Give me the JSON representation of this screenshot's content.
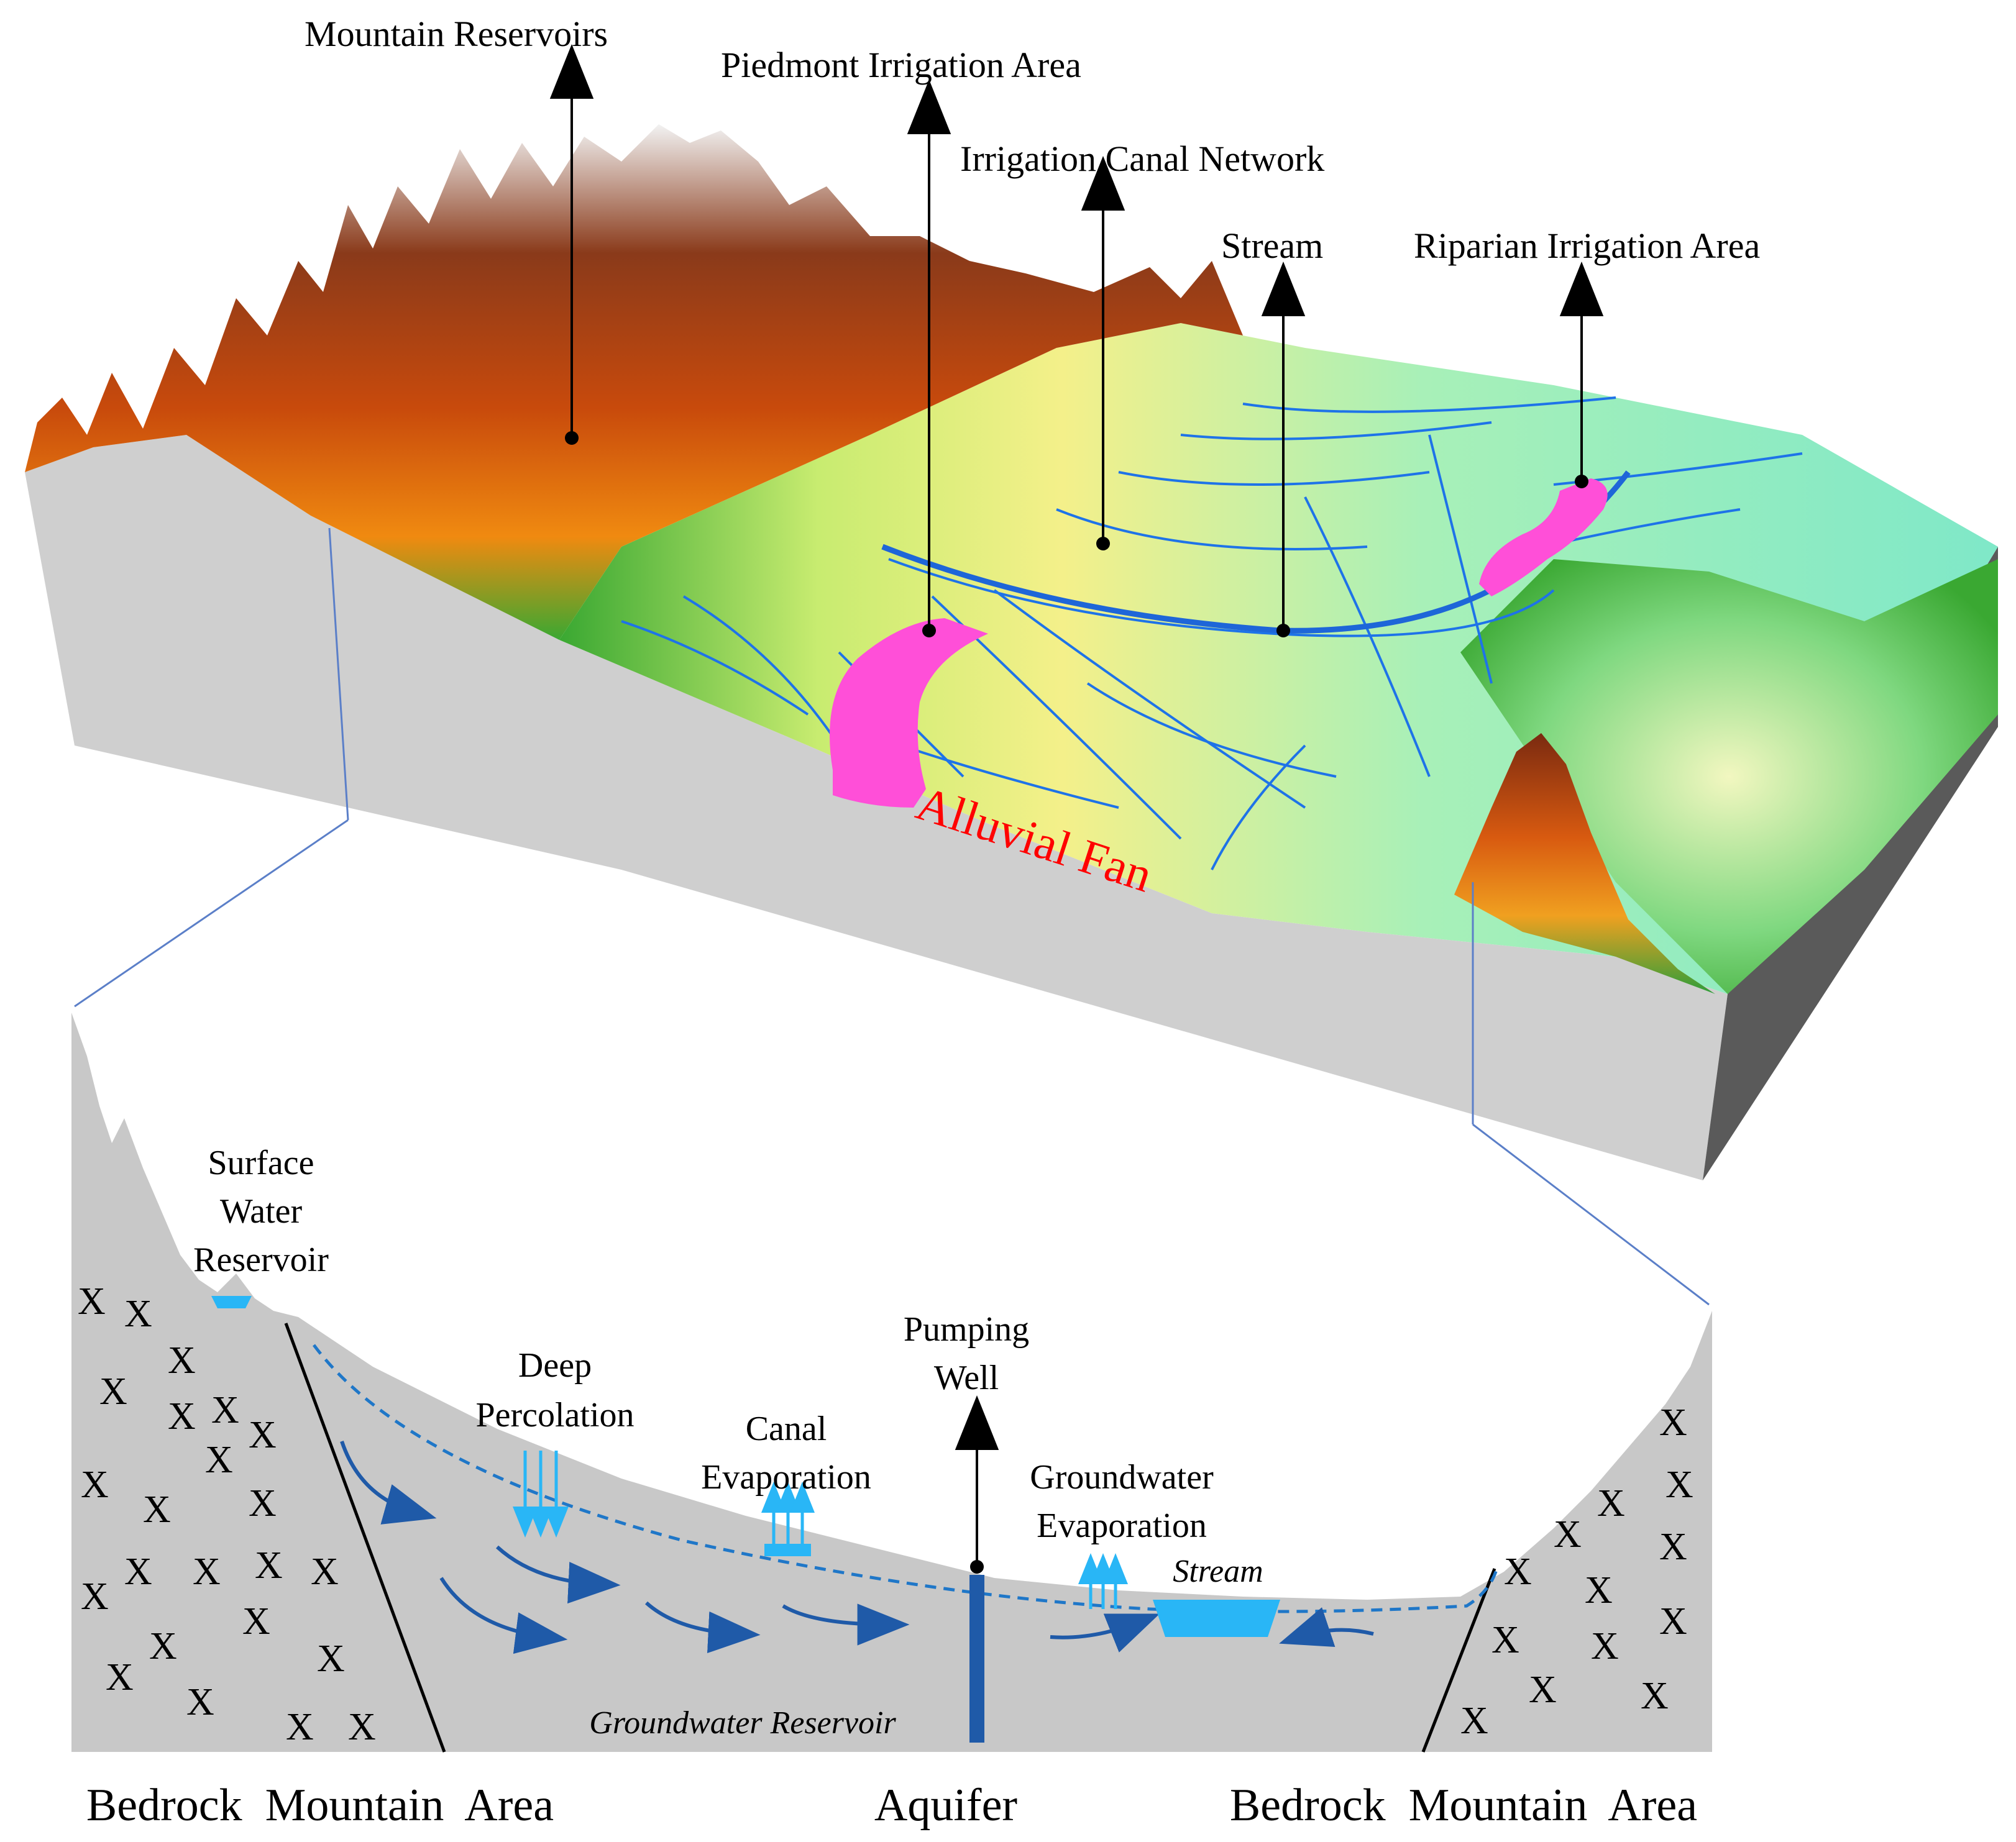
{
  "labels": {
    "mountain_reservoirs": "Mountain Reservoirs",
    "piedmont_irrigation_area": "Piedmont Irrigation Area",
    "irrigation_canal_network": "Irrigation Canal Network",
    "stream_top": "Stream",
    "riparian_irrigation_area": "Riparian Irrigation Area",
    "alluvial_fan": "Alluvial Fan",
    "surface_water_reservoir": [
      "Surface",
      "Water",
      "Reservoir"
    ],
    "deep_percolation": [
      "Deep",
      "Percolation"
    ],
    "canal_evaporation": [
      "Canal",
      "Evaporation"
    ],
    "pumping_well": [
      "Pumping",
      "Well"
    ],
    "groundwater_evaporation": [
      "Groundwater",
      "Evaporation"
    ],
    "stream_bottom": "Stream",
    "groundwater_reservoir": "Groundwater Reservoir",
    "bedrock_left": "Bedrock  Mountain  Area",
    "aquifer": "Aquifer",
    "bedrock_right": "Bedrock  Mountain  Area"
  },
  "colors": {
    "block_side": "#cfcfcf",
    "block_dark": "#5a5a5a",
    "cross_section": "#c8c8c8",
    "water": "#29b6f6",
    "flow_arrow": "#1f5aa8",
    "canal": "#1e73e8",
    "irrigation_area": "#ff4fd8",
    "fan_text": "#ff0000",
    "mountain_brown": "#7a2a10",
    "mountain_orange": "#e06a10",
    "valley_green": "#3aa832",
    "plain_yellow": "#f4f08a",
    "plain_cyan": "#7fe8c8"
  }
}
